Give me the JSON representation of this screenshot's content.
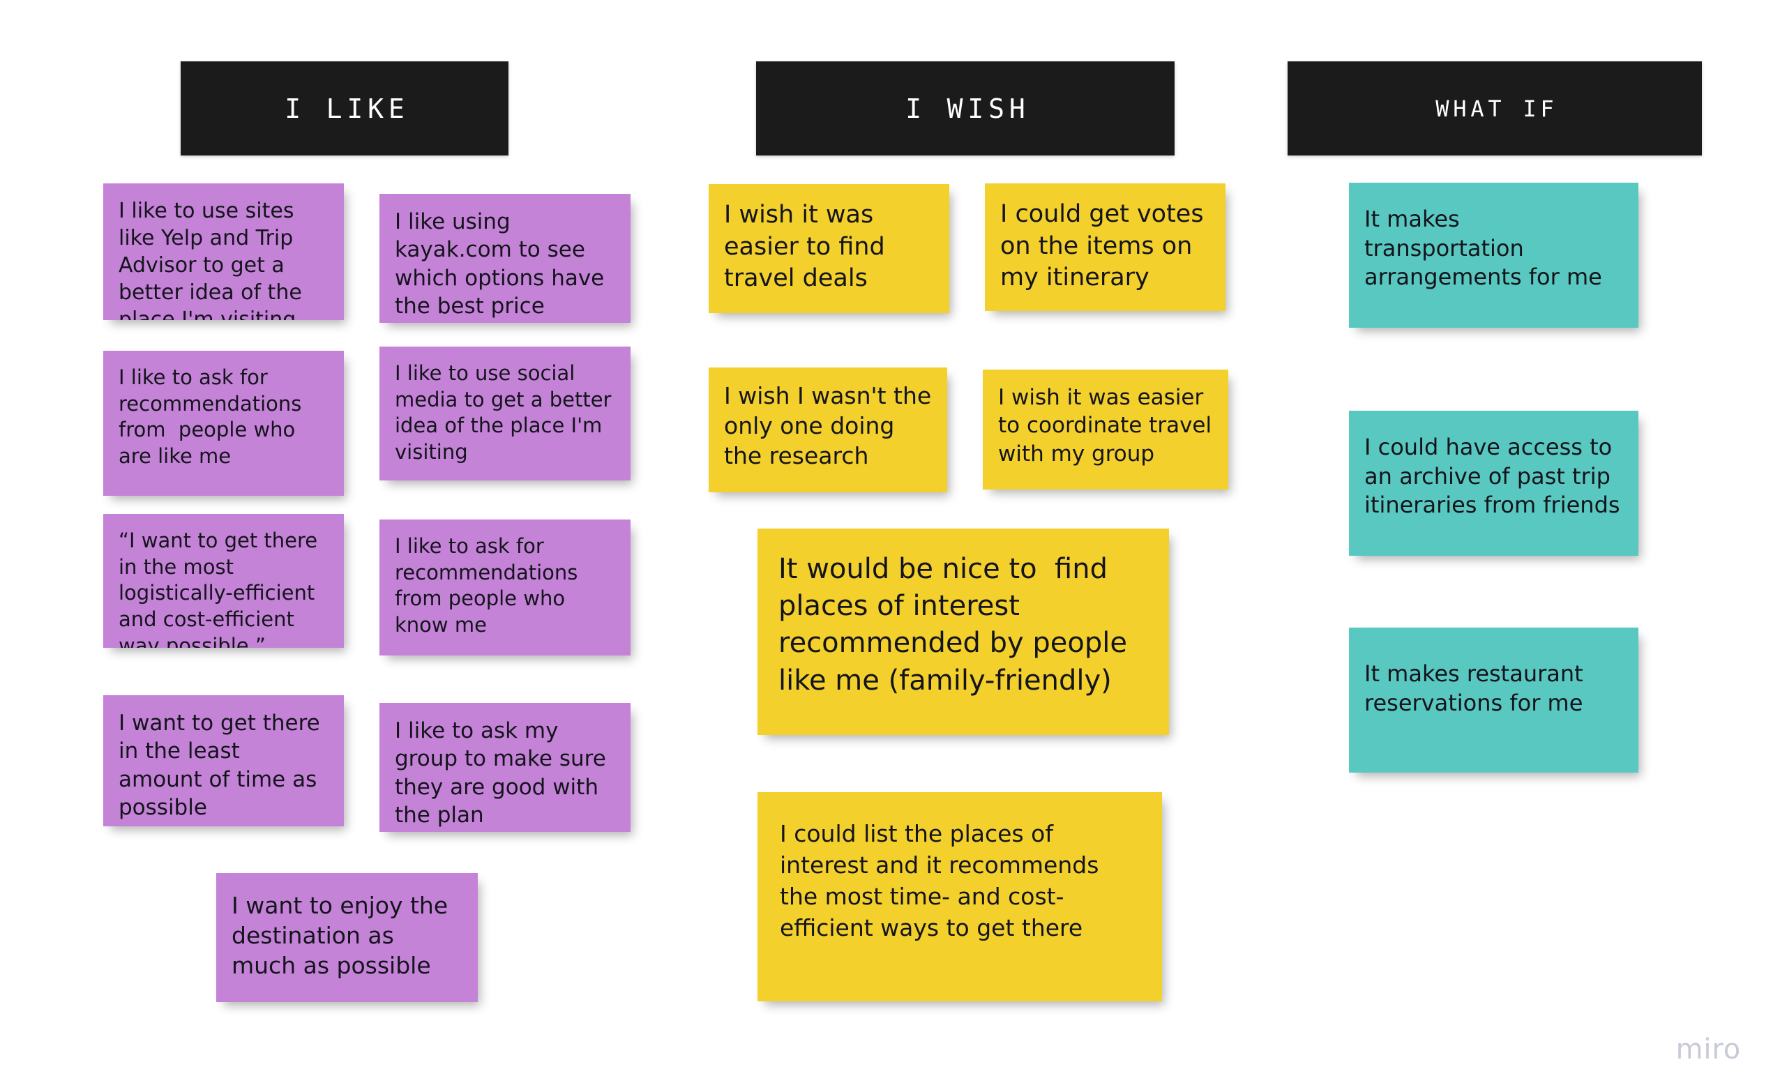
{
  "board": {
    "watermark": "miro",
    "background_color": "#ffffff",
    "header_color": "#1b1b1b",
    "header_text_color": "#ffffff"
  },
  "columns": [
    {
      "id": "i-like",
      "title": "I LIKE",
      "note_color": "#c583d8",
      "notes": [
        {
          "id": "like-1",
          "text": "I like to use sites like Yelp and Trip Advisor to get a better idea of the place I'm visiting"
        },
        {
          "id": "like-2",
          "text": "I like using kayak.com to see which options have the best price"
        },
        {
          "id": "like-3",
          "text": "I like to ask for recommendations from  people who are like me"
        },
        {
          "id": "like-4",
          "text": "I like to use social media to get a better idea of the place I'm visiting"
        },
        {
          "id": "like-5",
          "text": "“I want to get there in the most logistically-efficient and cost-efficient way possible.”"
        },
        {
          "id": "like-6",
          "text": "I like to ask for recommendations from people who know me"
        },
        {
          "id": "like-7",
          "text": "I want to get there in the least amount of time as possible"
        },
        {
          "id": "like-8",
          "text": "I like to ask my group to make sure they are good with the plan"
        },
        {
          "id": "like-9",
          "text": "I want to enjoy the destination as much as possible"
        }
      ]
    },
    {
      "id": "i-wish",
      "title": "I WISH",
      "note_color": "#f3d02c",
      "notes": [
        {
          "id": "wish-1",
          "text": "I wish it was easier to find travel deals"
        },
        {
          "id": "wish-2",
          "text": "I could get votes on the items on my itinerary"
        },
        {
          "id": "wish-3",
          "text": "I wish I wasn't the only one doing the research"
        },
        {
          "id": "wish-4",
          "text": "I wish it was easier to coordinate travel with my group"
        },
        {
          "id": "wish-5",
          "text": "It would be nice to  find places of interest recommended by people like me (family-friendly)"
        },
        {
          "id": "wish-6",
          "text": "I could list the places of interest and it recommends the most time- and cost-efficient ways to get there"
        }
      ]
    },
    {
      "id": "what-if",
      "title": "WHAT IF",
      "note_color": "#59c8c0",
      "notes": [
        {
          "id": "whatif-1",
          "text": "It makes transportation arrangements for me"
        },
        {
          "id": "whatif-2",
          "text": "I could have access to an archive of past trip itineraries from friends"
        },
        {
          "id": "whatif-3",
          "text": "It makes restaurant reservations for me"
        }
      ]
    }
  ]
}
